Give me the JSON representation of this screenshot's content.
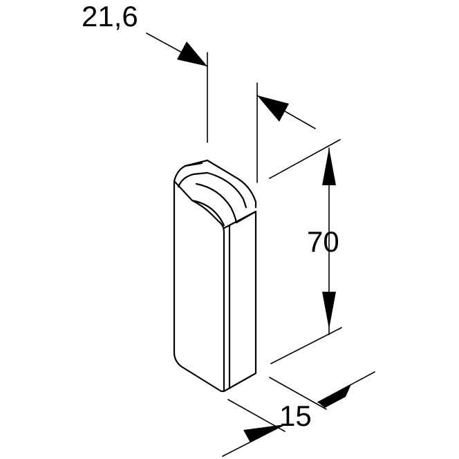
{
  "drawing": {
    "line_color": "#000000",
    "background": "#ffffff"
  },
  "dimensions": {
    "depth": "21,6",
    "height": "70",
    "width": "15"
  }
}
